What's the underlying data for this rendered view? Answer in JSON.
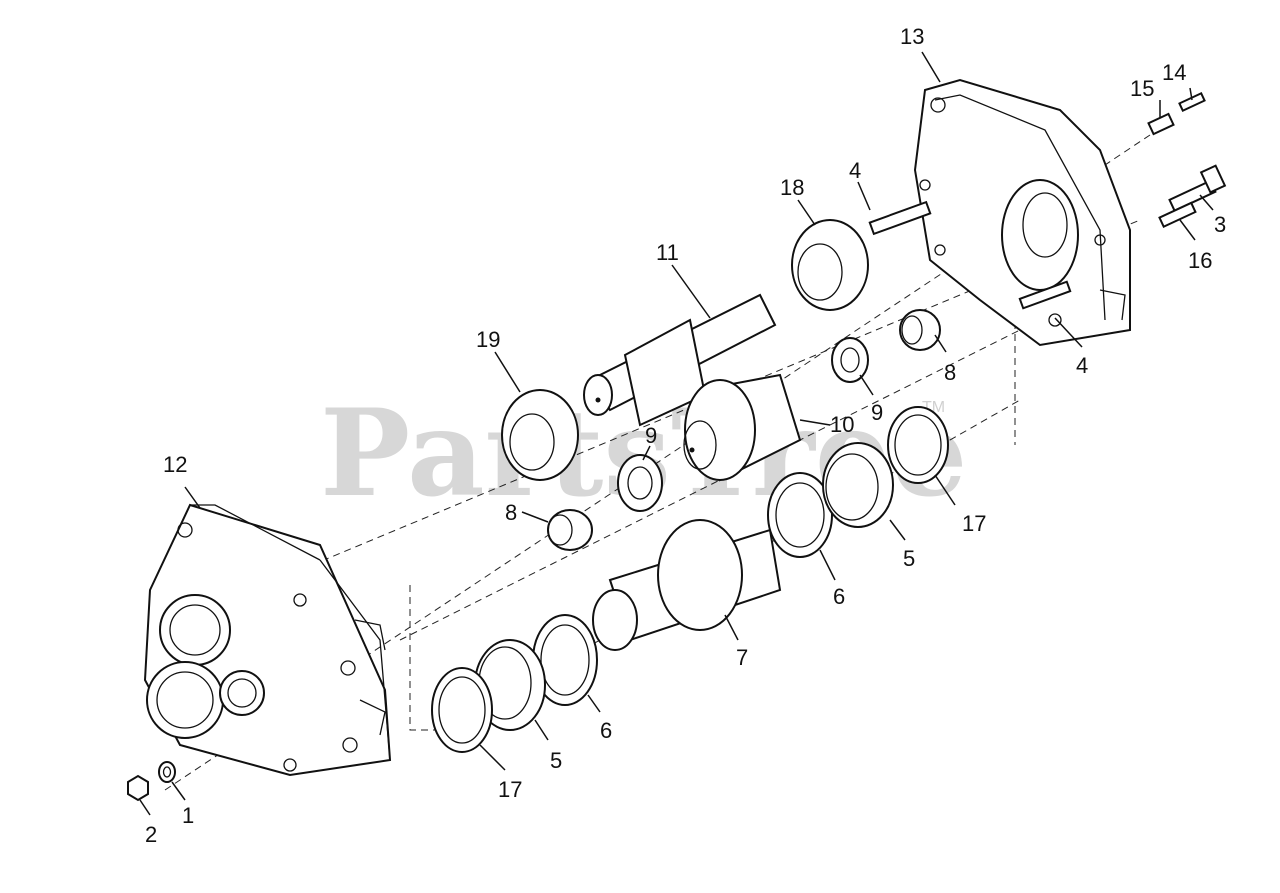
{
  "watermark": {
    "text": "PartsTree",
    "trademark": "TM"
  },
  "callouts": [
    {
      "id": "c1",
      "text": "1"
    },
    {
      "id": "c2",
      "text": "2"
    },
    {
      "id": "c3",
      "text": "3"
    },
    {
      "id": "c4a",
      "text": "4"
    },
    {
      "id": "c4b",
      "text": "4"
    },
    {
      "id": "c5a",
      "text": "5"
    },
    {
      "id": "c5b",
      "text": "5"
    },
    {
      "id": "c6a",
      "text": "6"
    },
    {
      "id": "c6b",
      "text": "6"
    },
    {
      "id": "c7",
      "text": "7"
    },
    {
      "id": "c8a",
      "text": "8"
    },
    {
      "id": "c8b",
      "text": "8"
    },
    {
      "id": "c9a",
      "text": "9"
    },
    {
      "id": "c9b",
      "text": "9"
    },
    {
      "id": "c10",
      "text": "10"
    },
    {
      "id": "c11",
      "text": "11"
    },
    {
      "id": "c12",
      "text": "12"
    },
    {
      "id": "c13",
      "text": "13"
    },
    {
      "id": "c14",
      "text": "14"
    },
    {
      "id": "c15",
      "text": "15"
    },
    {
      "id": "c16",
      "text": "16"
    },
    {
      "id": "c17a",
      "text": "17"
    },
    {
      "id": "c17b",
      "text": "17"
    },
    {
      "id": "c18",
      "text": "18"
    },
    {
      "id": "c19",
      "text": "19"
    }
  ]
}
